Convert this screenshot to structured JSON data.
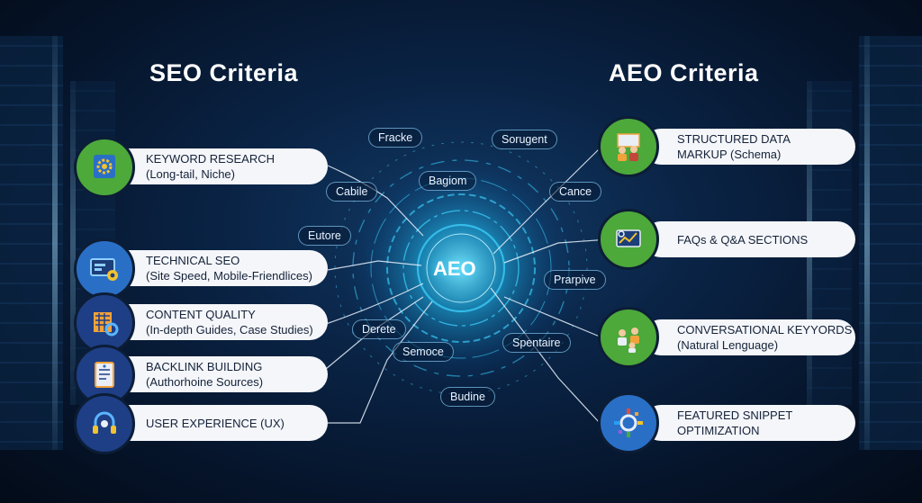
{
  "headings": {
    "seo": "SEO Criteria",
    "aeo": "AEO Criteria"
  },
  "hub": {
    "label": "AEO"
  },
  "seo_items": [
    {
      "line1": "KEYWORD RESEARCH",
      "line2": "(Long-tail, Niche)",
      "icon": "keyword-gear-icon",
      "color": "#4ca93a"
    },
    {
      "line1": "TECHNICAL SEO",
      "line2": "(Site Speed, Mobile-Friendlices)",
      "icon": "monitor-gear-icon",
      "color": "#2a6fc6"
    },
    {
      "line1": "CONTENT QUALITY",
      "line2": "(In-depth Guides, Case Studies)",
      "icon": "content-grid-icon",
      "color": "#1e3f86"
    },
    {
      "line1": "BACKLINK BUILDING",
      "line2": "(Authorhoine Sources)",
      "icon": "document-link-icon",
      "color": "#1e3f86"
    },
    {
      "line1": "USER EXPERIENCE (UX)",
      "line2": "",
      "icon": "user-headset-icon",
      "color": "#1e3f86"
    }
  ],
  "aeo_items": [
    {
      "line1": "STRUCTURED DATA",
      "line2": "MARKUP (Schema)",
      "icon": "people-board-icon",
      "color": "#4ca93a"
    },
    {
      "line1": "FAQs & Q&A SECTIONS",
      "line2": "",
      "icon": "chart-screen-icon",
      "color": "#4ca93a"
    },
    {
      "line1": "CONVERSATIONAL KEYYORDS",
      "line2": "(Natural Lenguage)",
      "icon": "conversation-people-icon",
      "color": "#4ca93a"
    },
    {
      "line1": "FEATURED SNIPPET",
      "line2": "OPTIMIZATION",
      "icon": "snippet-ring-icon",
      "color": "#2a6fc6"
    }
  ],
  "floating_tags": [
    "Fracke",
    "Sorugent",
    "Bagiom",
    "Cabile",
    "Cance",
    "Eutore",
    "Prarpive",
    "Derete",
    "Semoce",
    "Spentaire",
    "Budine"
  ],
  "colors": {
    "accent_cyan": "#3fd3ff",
    "pill_bg": "#f4f6fa",
    "seo_green": "#4ca93a",
    "navy": "#1e3f86"
  }
}
